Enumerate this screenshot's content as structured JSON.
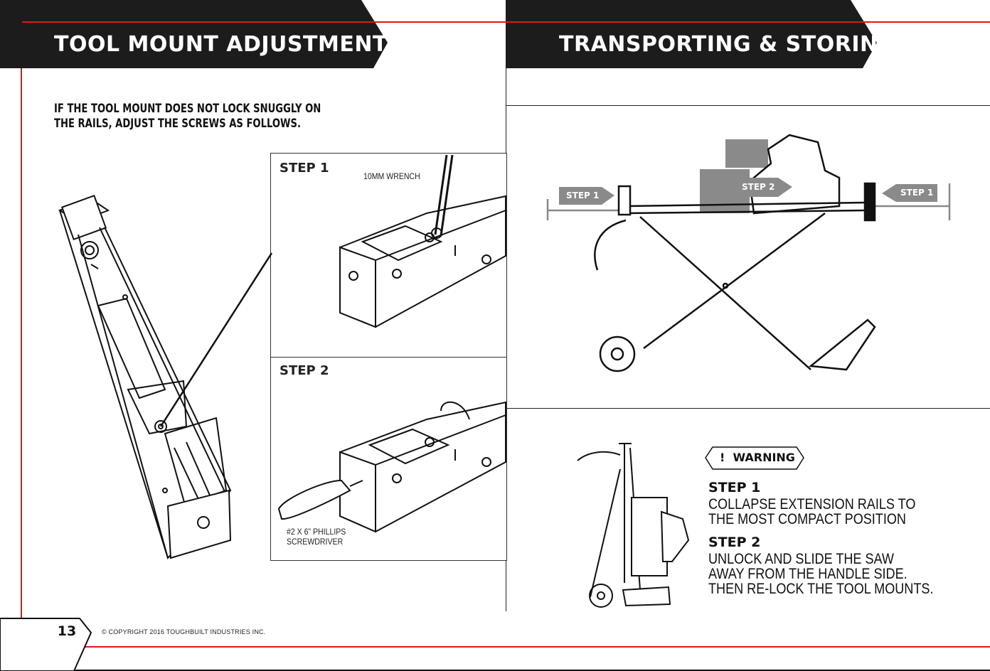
{
  "left_section": {
    "title": "TOOL MOUNT ADJUSTMENT",
    "intro_line1": "IF THE TOOL MOUNT DOES NOT LOCK SNUGGLY ON",
    "intro_line2": "THE RAILS, ADJUST THE SCREWS AS FOLLOWS.",
    "step1": {
      "label": "STEP 1",
      "tool": "10MM WRENCH"
    },
    "step2": {
      "label": "STEP 2",
      "tool_line1": "#2 X 6” PHILLIPS",
      "tool_line2": "SCREWDRIVER"
    }
  },
  "right_section": {
    "title": "TRANSPORTING & STORING",
    "diagram_labels": {
      "step1_left": "STEP 1",
      "step2": "STEP 2",
      "step1_right": "STEP 1"
    },
    "warning": "!  WARNING",
    "steps": [
      {
        "label": "STEP 1",
        "line1": "COLLAPSE EXTENSION RAILS TO",
        "line2": "THE MOST COMPACT POSITION",
        "line3": ""
      },
      {
        "label": "STEP 2",
        "line1": "UNLOCK AND SLIDE THE SAW",
        "line2": "AWAY FROM THE HANDLE SIDE.",
        "line3": "THEN RE-LOCK THE TOOL MOUNTS."
      }
    ]
  },
  "footer": {
    "page_number": "13",
    "copyright": "© COPYRIGHT 2016 TOUGHBUILT INDUSTRIES INC."
  },
  "colors": {
    "accent_red": "#e0161c",
    "banner_black": "#1c1c1c",
    "gray_fill": "#8a8a8a"
  }
}
